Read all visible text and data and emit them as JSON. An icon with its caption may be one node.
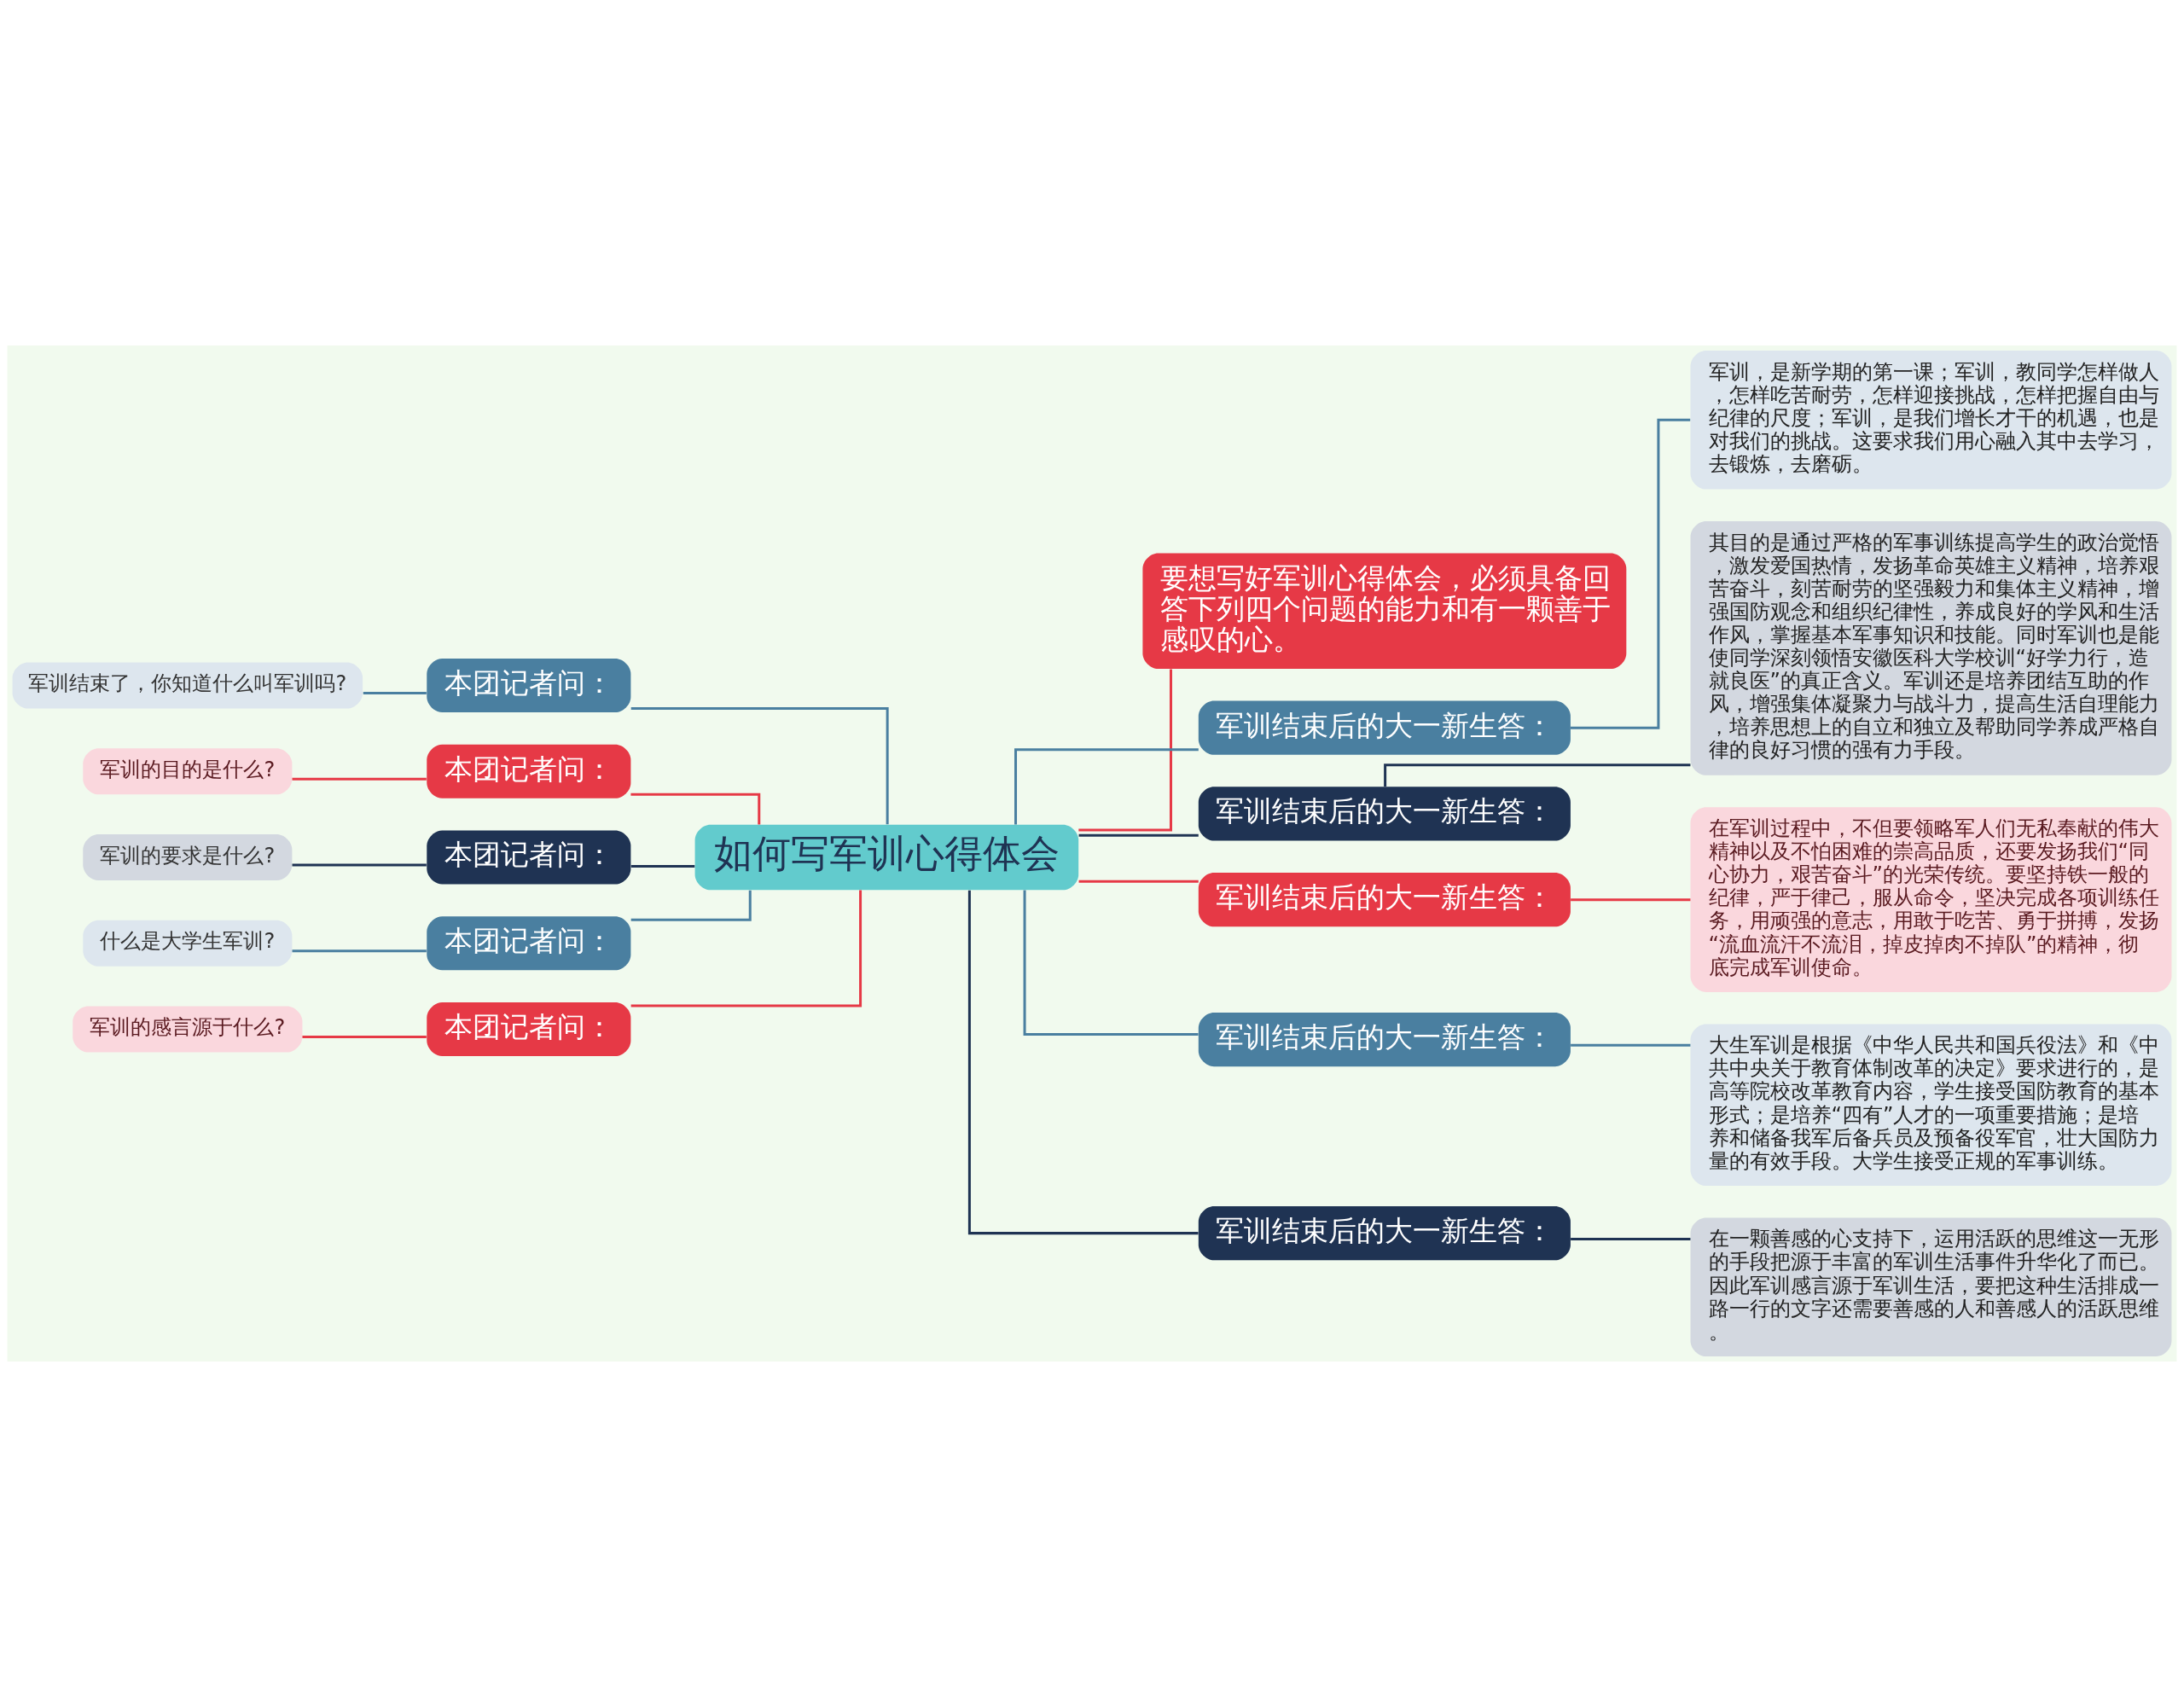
{
  "diagram": {
    "nodes": [
      {
        "text": [
          "如何写军训心得体会"
        ]
      },
      {
        "text": [
          "要想写好军训心得体会，必须具备回答下列四个问题的能力和有一颗善于感叹的心。"
        ]
      },
      {
        "text": [
          "军训结束后的大一新生答："
        ]
      },
      {
        "text": [
          "军训，是新学期的第一课；军训，教同学怎样做人，怎样吃苦耐劳，怎样迎接挑战，怎样把握自由与纪律的尺度；军训，是我们增长才干的机遇，也是对我们的挑战。这要求我们用心融入其中去学习，去锻炼，去磨砺。"
        ]
      },
      {
        "text": [
          "军训结束后的大一新生答："
        ]
      },
      {
        "text": [
          "其目的是通过严格的军事训练提高学生的政治觉悟，激发爱国热情，发扬革命英雄主义精神，培养艰苦奋斗，刻苦耐劳的坚强毅力和集体主义精神，增强国防观念和组织纪律性，养成良好的学风和生活作风，掌握基本军事知识和技能。同时军训也是能使同学深刻领悟安徽医科大学校训“好学力行，造就良医”的真正含义。军训还是培养团结互助的作风，增强集体凝聚力与战斗力，提高生活自理能力，培养思想上的自立和独立及帮助同学养成严格自律的良好习惯的强有力手段。"
        ]
      },
      {
        "text": [
          "军训结束后的大一新生答："
        ]
      },
      {
        "text": [
          "在军训过程中，不但要领略军人们无私奉献的伟大精神以及不怕困难的崇高品质，还要发扬我们“同心协力，艰苦奋斗”的光荣传统。要坚持铁一般的纪律，严于律己，服从命令，坚决完成各项训练任务，用顽强的意志，用敢于吃苦、勇于拼搏，发扬“流血流汗不流泪，掉皮掉肉不掉队”的精神，彻底完成军训使命。"
        ]
      },
      {
        "text": [
          "军训结束后的大一新生答："
        ]
      },
      {
        "text": [
          "大生军训是根据《中华人民共和国兵役法》和《中共中央关于教育体制改革的决定》要求进行的，是高等院校改革教育内容，学生接受国防教育的基本形式；是培养“四有”人才的一项重要措施；是培养和储备我军后备兵员及预备役军官，壮大国防力量的有效手段。大学生接受正规的军事训练。"
        ]
      },
      {
        "text": [
          "军训结束后的大一新生答："
        ]
      },
      {
        "text": [
          "在一颗善感的心支持下，运用活跃的思维这一无形的手段把源于丰富的军训生活事件升华化了而已。因此军训感言源于军训生活，要把这种生活排成一路一行的文字还需要善感的人和善感人的活跃思维。"
        ]
      },
      {
        "text": [
          "本团记者问："
        ]
      },
      {
        "text": [
          "军训结束了，你知道什么叫军训吗?"
        ]
      },
      {
        "text": [
          "本团记者问："
        ]
      },
      {
        "text": [
          "军训的目的是什么?"
        ]
      },
      {
        "text": [
          "本团记者问："
        ]
      },
      {
        "text": [
          "军训的要求是什么?"
        ]
      },
      {
        "text": [
          "本团记者问："
        ]
      },
      {
        "text": [
          "什么是大学生军训?"
        ]
      },
      {
        "text": [
          "本团记者问："
        ]
      },
      {
        "text": [
          "军训的感言源于什么?"
        ]
      }
    ],
    "edges": [
      {
        "from": 0,
        "to": 1,
        "arrow": "none",
        "color": "#e63946"
      },
      {
        "from": 0,
        "to": 2,
        "arrow": "none"
      },
      {
        "from": 2,
        "to": 3,
        "arrow": "none"
      },
      {
        "from": 0,
        "to": 4,
        "arrow": "none",
        "color": "#1f3353"
      },
      {
        "from": 4,
        "to": 5,
        "arrow": "none",
        "color": "#1f3353"
      },
      {
        "from": 0,
        "to": 6,
        "arrow": "none",
        "color": "#e63946"
      },
      {
        "from": 6,
        "to": 7,
        "arrow": "none",
        "color": "#e63946"
      },
      {
        "from": 0,
        "to": 8,
        "arrow": "none"
      },
      {
        "from": 8,
        "to": 9,
        "arrow": "none"
      },
      {
        "from": 0,
        "to": 10,
        "arrow": "none",
        "color": "#1f3353"
      },
      {
        "from": 10,
        "to": 11,
        "arrow": "none",
        "color": "#1f3353"
      },
      {
        "from": 0,
        "to": 12,
        "arrow": "none"
      },
      {
        "from": 12,
        "to": 13,
        "arrow": "none"
      },
      {
        "from": 0,
        "to": 14,
        "arrow": "none",
        "color": "#e63946"
      },
      {
        "from": 14,
        "to": 15,
        "arrow": "none",
        "color": "#e63946"
      },
      {
        "from": 0,
        "to": 16,
        "arrow": "none",
        "color": "#1f3353"
      },
      {
        "from": 16,
        "to": 17,
        "arrow": "none",
        "color": "#1f3353"
      },
      {
        "from": 0,
        "to": 18,
        "arrow": "none"
      },
      {
        "from": 18,
        "to": 19,
        "arrow": "none"
      },
      {
        "from": 0,
        "to": 20,
        "arrow": "none",
        "color": "#e63946"
      },
      {
        "from": 20,
        "to": 21,
        "arrow": "none",
        "color": "#e63946"
      }
    ]
  }
}
